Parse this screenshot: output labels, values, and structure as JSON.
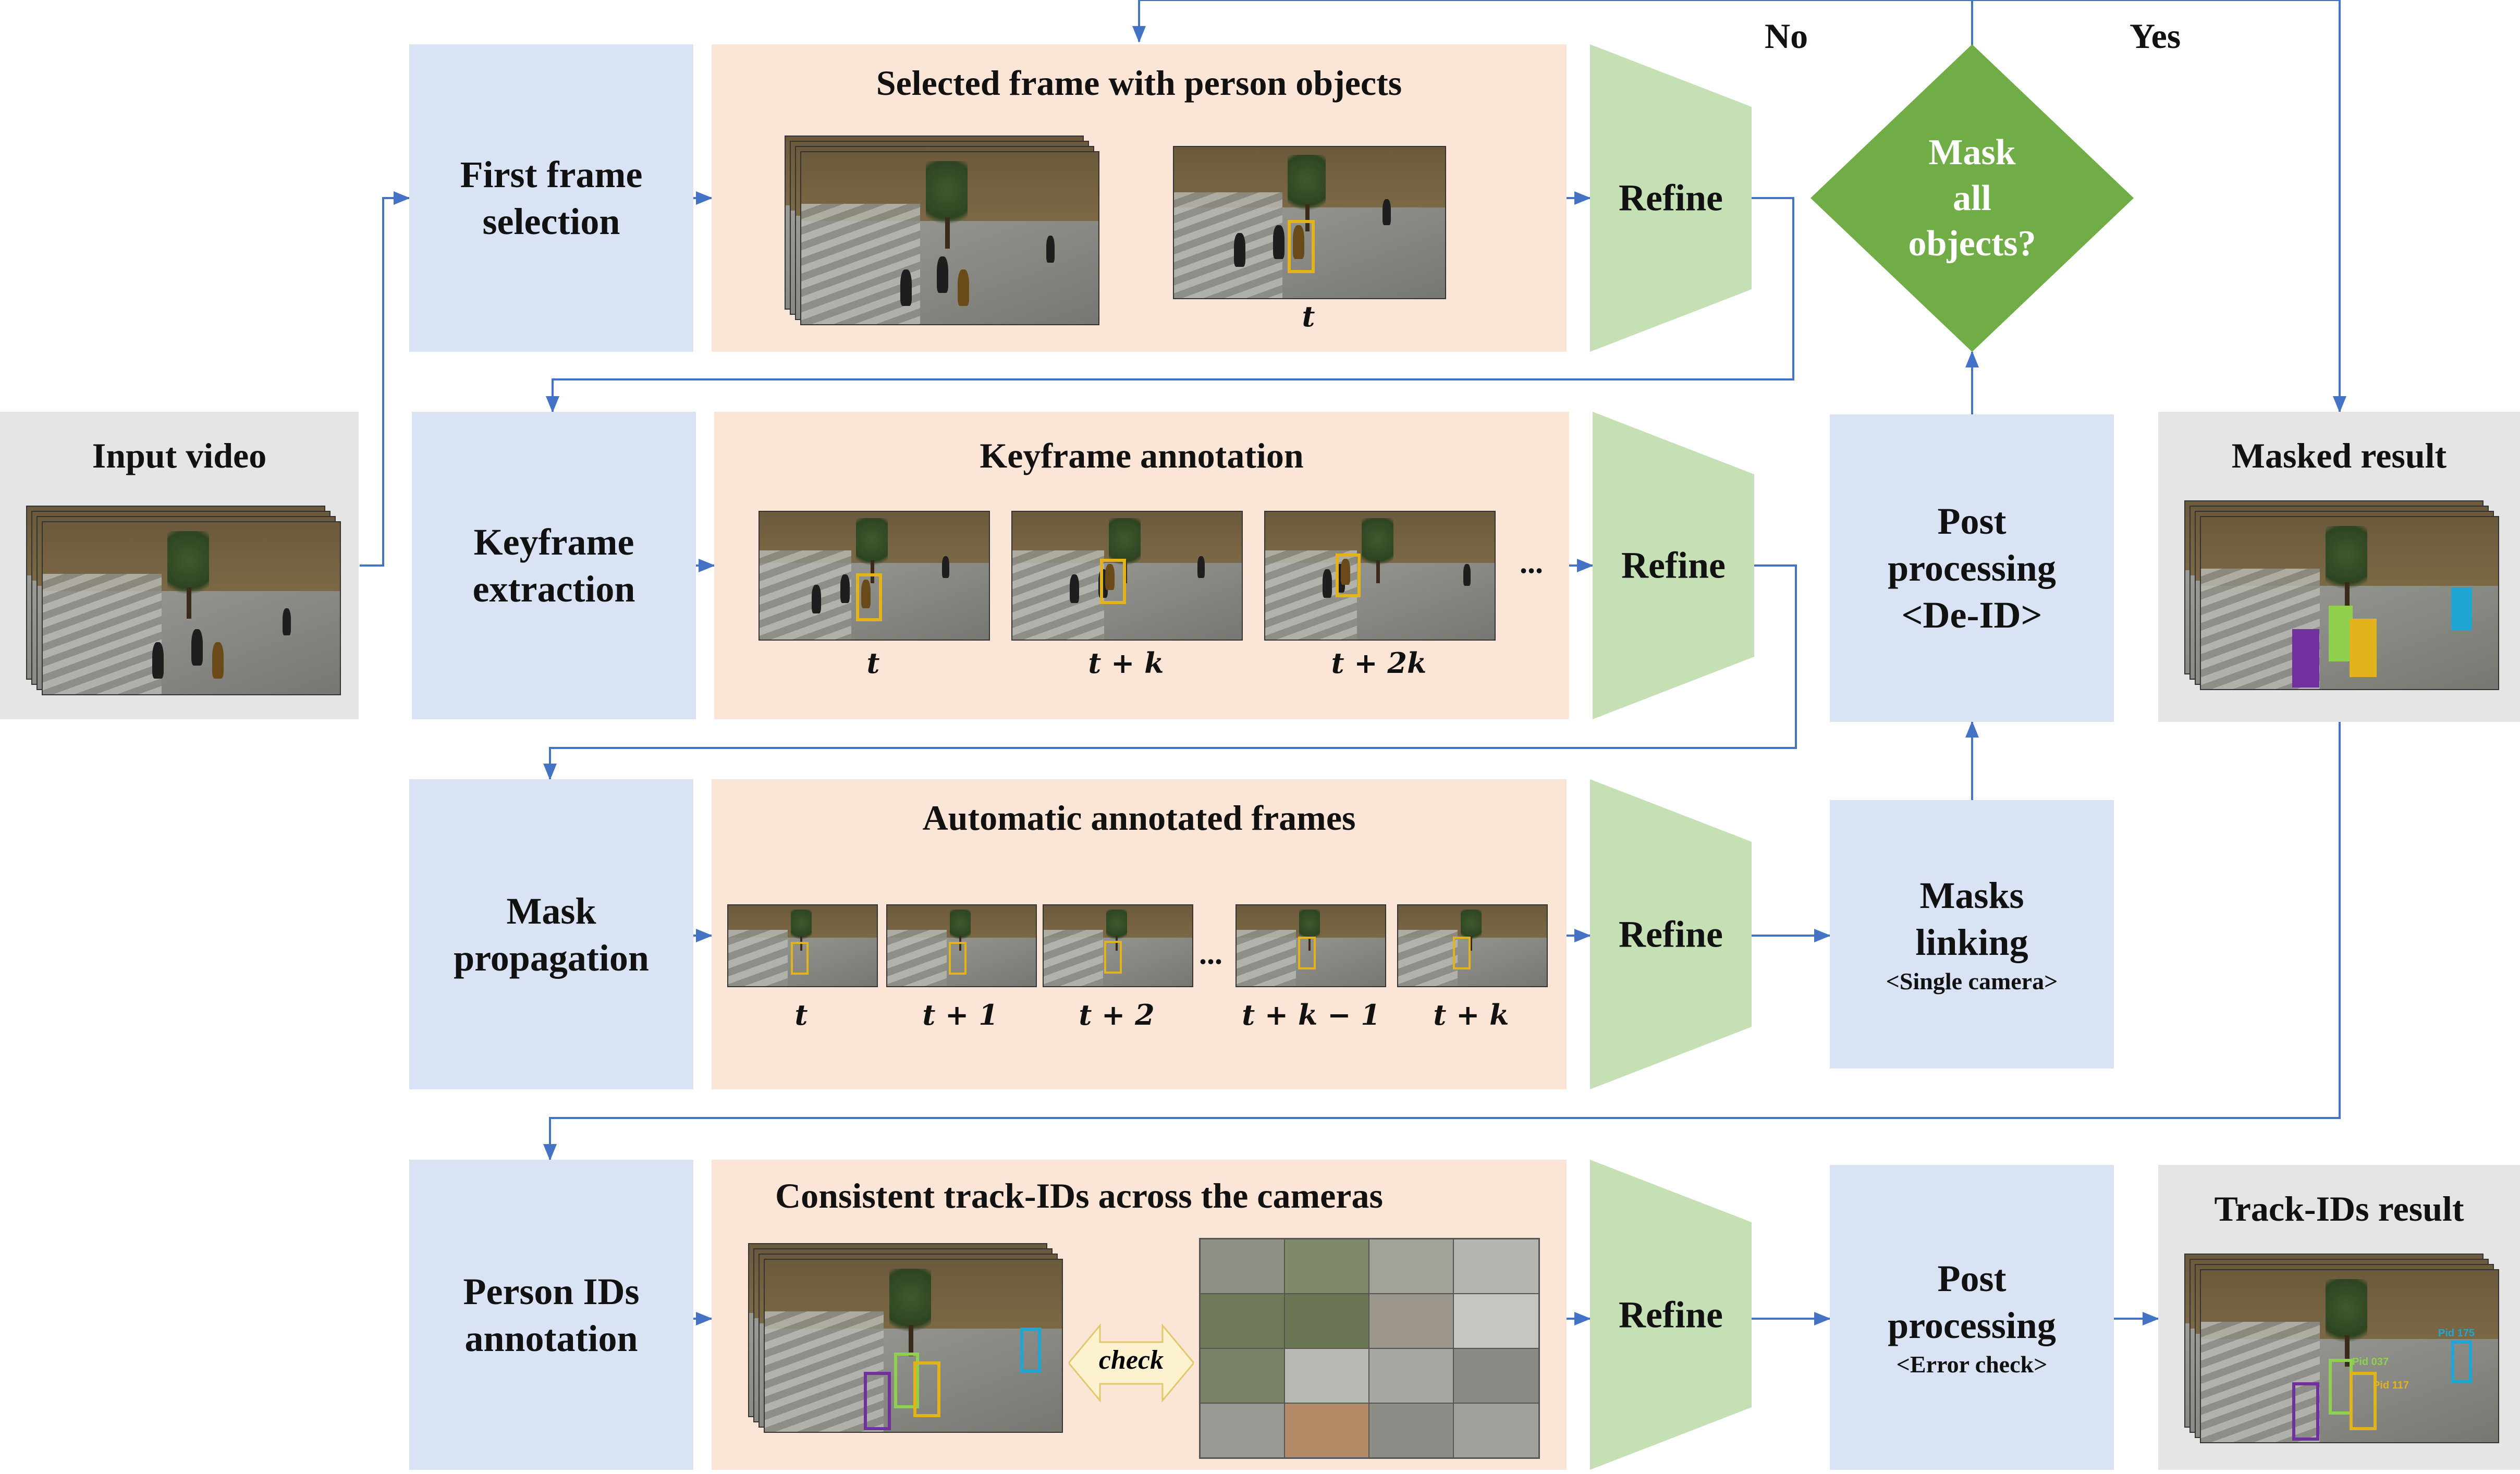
{
  "input": {
    "title": "Input video"
  },
  "steps": {
    "first_frame": {
      "label_line1": "First frame",
      "label_line2": "selection"
    },
    "keyframe_extraction": {
      "label_line1": "Keyframe",
      "label_line2": "extraction"
    },
    "mask_propagation": {
      "label_line1": "Mask",
      "label_line2": "propagation"
    },
    "person_ids": {
      "label_line1": "Person IDs",
      "label_line2": "annotation"
    }
  },
  "panels": {
    "row1": {
      "title": "Selected frame with person objects",
      "caption": "t"
    },
    "row2": {
      "title": "Keyframe annotation",
      "captions": [
        "t",
        "t + k",
        "t + 2k"
      ],
      "ellipsis": "..."
    },
    "row3": {
      "title": "Automatic annotated frames",
      "captions": [
        "t",
        "t + 1",
        "t + 2",
        "t + k − 1",
        "t + k"
      ],
      "ellipsis": "..."
    },
    "row4": {
      "title": "Consistent track-IDs across the cameras",
      "check_label": "check"
    }
  },
  "refine_label": "Refine",
  "decision": {
    "line1": "Mask",
    "line2": "all",
    "line3": "objects?",
    "no": "No",
    "yes": "Yes"
  },
  "post_deid": {
    "line1": "Post",
    "line2": "processing",
    "line3": "<De-ID>"
  },
  "masks_linking": {
    "line1": "Masks",
    "line2": "linking",
    "sub": "<Single camera>"
  },
  "post_error": {
    "line1": "Post",
    "line2": "processing",
    "sub": "<Error check>"
  },
  "masked_result": {
    "title": "Masked result"
  },
  "track_result": {
    "title": "Track-IDs result",
    "tags": [
      "Pid 175",
      "Pid 037",
      "Pid 117"
    ]
  },
  "colors": {
    "blue_box": "#dae3f3",
    "peach_panel": "#fbe5d6",
    "refine_green": "#c5e0b4",
    "decision_green": "#70ad47",
    "arrow": "#4472c4",
    "result_grey": "#e5e5e5"
  }
}
